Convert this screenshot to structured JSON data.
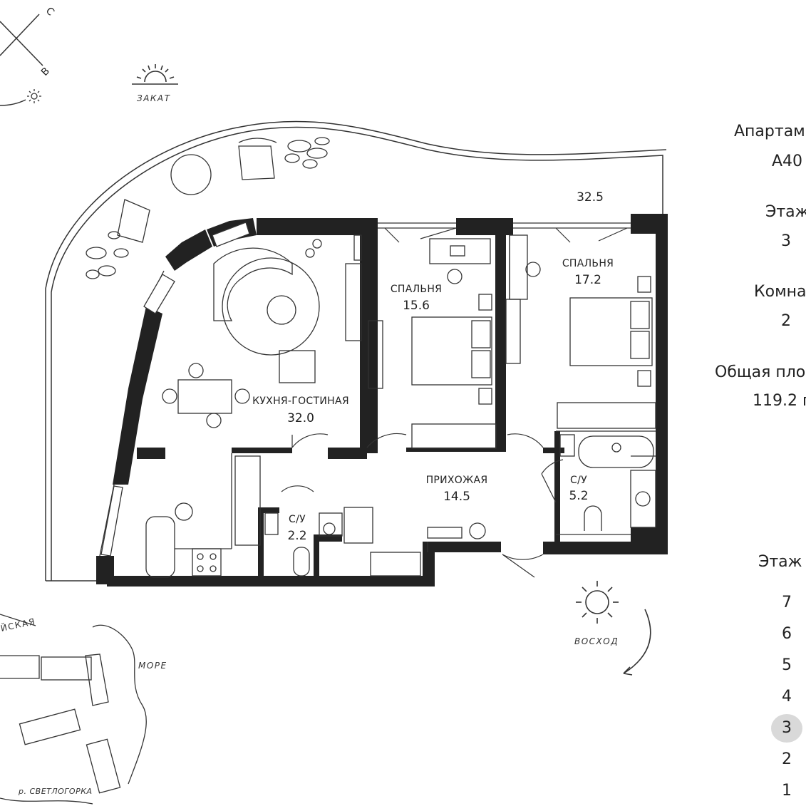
{
  "compass": {
    "north": "С",
    "east": "В"
  },
  "sun": {
    "sunset": "ЗАКАТ",
    "sunrise": "ВОСХОД"
  },
  "rooms": {
    "terrace": {
      "area": "32.5"
    },
    "living": {
      "name": "КУХНЯ-ГОСТИНАЯ",
      "area": "32.0"
    },
    "bedroom1": {
      "name": "СПАЛЬНЯ",
      "area": "15.6"
    },
    "bedroom2": {
      "name": "СПАЛЬНЯ",
      "area": "17.2"
    },
    "hall": {
      "name": "ПРИХОЖАЯ",
      "area": "14.5"
    },
    "bath_small": {
      "name": "С/У",
      "area": "2.2"
    },
    "bath_large": {
      "name": "С/У",
      "area": "5.2"
    }
  },
  "map": {
    "street": "ЙСКАЯ",
    "sea": "МОРЕ",
    "river": "р. СВЕТЛОГОРКА"
  },
  "info": {
    "apartment_label": "Апартам",
    "apartment_value": "А40",
    "floor_label": "Этаж",
    "floor_value": "3",
    "rooms_label": "Комна",
    "rooms_value": "2",
    "area_label": "Общая пло",
    "area_value": "119.2 г"
  },
  "floors": {
    "label": "Этаж",
    "items": [
      "7",
      "6",
      "5",
      "4",
      "3",
      "2",
      "1"
    ],
    "active": "3"
  },
  "colors": {
    "wall": "#222222",
    "line": "#333333",
    "active_floor": "#d9d9d9"
  }
}
